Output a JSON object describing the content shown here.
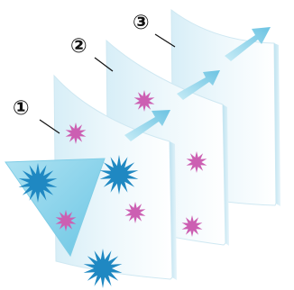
{
  "diagram": {
    "layers": [
      {
        "label": "①"
      },
      {
        "label": "②"
      },
      {
        "label": "③"
      }
    ],
    "colors": {
      "panel_fill": "#eaf6fb",
      "panel_edge": "#d6ecf4",
      "arrow": "#8ed3ea",
      "particle_large": "#1f88c2",
      "particle_small": "#cc5fb2",
      "leader_line": "#111111"
    },
    "icons": {
      "panels": "filter-layer",
      "arrow": "airflow-arrow",
      "particles": "starburst-particle"
    }
  }
}
